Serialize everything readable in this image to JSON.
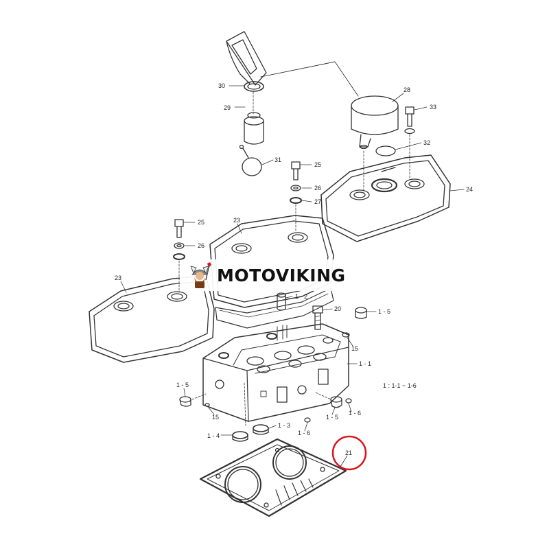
{
  "watermark": {
    "brand": "MOTOVIKING",
    "logo": "viking-mascot-icon"
  },
  "highlight": {
    "color": "#d9141a",
    "part": "21"
  },
  "note": "1 : 1-1 ~ 1-6",
  "labels": {
    "p30": "30",
    "p29": "29",
    "p28": "28",
    "p33": "33",
    "p32": "32",
    "p31": "31",
    "p25a": "25",
    "p26a": "26",
    "p27": "27",
    "p24": "24",
    "p23a": "23",
    "p25b": "25",
    "p26b": "26",
    "p23b": "23",
    "p1_2": "1 - 2",
    "p20": "20",
    "p1_5a": "1 - 5",
    "p15a": "15",
    "p1_1": "1 - 1",
    "p1_5b": "1 - 5",
    "p15b": "15",
    "p1_5c": "1 - 5",
    "p1_6a": "1 - 6",
    "p1_3": "1 - 3",
    "p1_4": "1 - 4",
    "p1_6b": "1 - 6",
    "p21": "21"
  }
}
